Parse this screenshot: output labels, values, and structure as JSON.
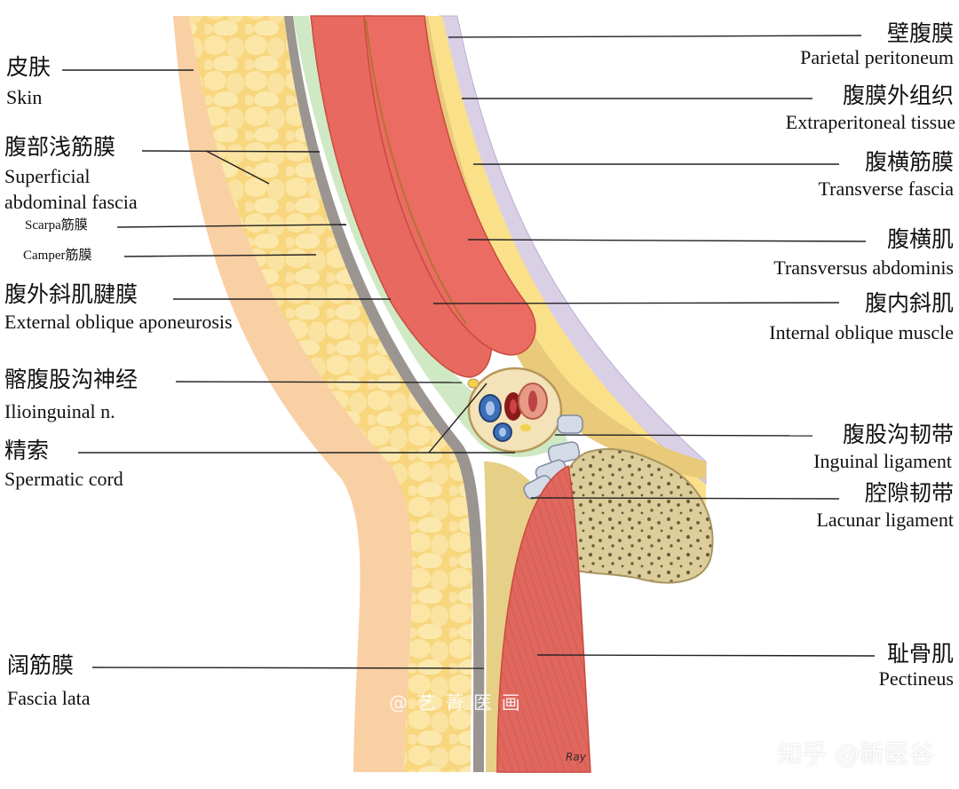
{
  "labels_left": {
    "skin_cn": "皮肤",
    "skin_en": "Skin",
    "superficial_cn": "腹部浅筋膜",
    "superficial_en1": "Superficial",
    "superficial_en2": "abdominal  fascia",
    "scarpa": "Scarpa筋膜",
    "camper": "Camper筋膜",
    "ext_oblique_cn": "腹外斜肌腱膜",
    "ext_oblique_en": "External oblique aponeurosis",
    "ilioinguinal_cn": "髂腹股沟神经",
    "ilioinguinal_en": "Ilioinguinal n.",
    "cord_cn": "精索",
    "cord_en": "Spermatic cord",
    "fascia_lata_cn": "阔筋膜",
    "fascia_lata_en": "Fascia lata"
  },
  "labels_right": {
    "parietal_cn": "壁腹膜",
    "parietal_en": "Parietal peritoneum",
    "extraperitoneal_cn": "腹膜外组织",
    "extraperitoneal_en": "Extraperitoneal tissue",
    "transverse_fascia_cn": "腹横筋膜",
    "transverse_fascia_en": "Transverse fascia",
    "transversus_cn": "腹横肌",
    "transversus_en": "Transversus abdominis",
    "int_oblique_cn": "腹内斜肌",
    "int_oblique_en": "Internal oblique muscle",
    "inguinal_lig_cn": "腹股沟韧带",
    "inguinal_lig_en": "Inguinal ligament",
    "lacunar_cn": "腔隙韧带",
    "lacunar_en": "Lacunar ligament",
    "pectineus_cn": "耻骨肌",
    "pectineus_en": "Pectineus"
  },
  "watermarks": {
    "artist": "@ 艺 菁 医 画",
    "platform": "知乎 @新医谷",
    "signature": "Ray"
  },
  "colors": {
    "skin": "#f9cfa4",
    "fat": "#f8dc8a",
    "fat_light": "#fbe8a8",
    "fascia_grey": "#9a9590",
    "green_layer": "#cfe9c4",
    "muscle": "#e8695f",
    "muscle_dark": "#c94a3f",
    "peritoneum": "#d9d0e6",
    "bone": "#dccd9a",
    "ligament": "#d5dbe6",
    "leader": "#222222"
  }
}
